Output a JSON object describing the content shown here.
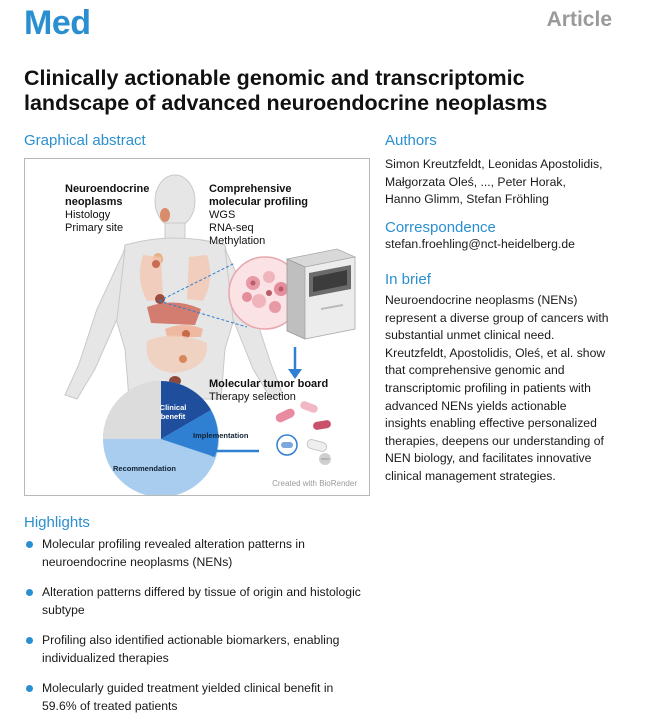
{
  "header": {
    "journal": "Med",
    "article_type": "Article"
  },
  "title_line1": "Clinically actionable genomic and transcriptomic",
  "title_line2": "landscape of advanced neuroendocrine neoplasms",
  "graphical_abstract": {
    "heading": "Graphical abstract",
    "left_block": {
      "title_line1": "Neuroendocrine",
      "title_line2": "neoplasms",
      "item1": "Histology",
      "item2": "Primary site"
    },
    "right_block": {
      "title_line1": "Comprehensive",
      "title_line2": "molecular profiling",
      "item1": "WGS",
      "item2": "RNA-seq",
      "item3": "Methylation"
    },
    "board": {
      "title": "Molecular tumor board",
      "item": "Therapy selection"
    },
    "pie": {
      "clinical_line1": "Clinical",
      "clinical_line2": "benefit",
      "implementation": "Implementation",
      "recommendation": "Recommendation"
    },
    "credit": "Created with BioRender",
    "colors": {
      "accent": "#2a8fd0",
      "pie_dark": "#1f4e9c",
      "pie_mid": "#2f7fd2",
      "pie_light": "#a8cdee",
      "pie_grey": "#dcdcdc"
    }
  },
  "authors": {
    "heading": "Authors",
    "line1": "Simon Kreutzfeldt, Leonidas Apostolidis,",
    "line2": "Małgorzata Oleś, ..., Peter Horak,",
    "line3": "Hanno Glimm, Stefan Fröhling"
  },
  "correspondence": {
    "heading": "Correspondence",
    "email": "stefan.froehling@nct-heidelberg.de"
  },
  "in_brief": {
    "heading": "In brief",
    "lines": [
      "Neuroendocrine neoplasms (NENs)",
      "represent a diverse group of cancers with",
      "substantial unmet clinical need.",
      "Kreutzfeldt, Apostolidis, Oleś, et al. show",
      "that comprehensive genomic and",
      "transcriptomic profiling in patients with",
      "advanced NENs yields actionable",
      "insights enabling effective personalized",
      "therapies, deepens our understanding of",
      "NEN biology, and facilitates innovative",
      "clinical management strategies."
    ]
  },
  "highlights": {
    "heading": "Highlights",
    "items": [
      {
        "line1": "Molecular profiling revealed alteration patterns in",
        "line2": "neuroendocrine neoplasms (NENs)"
      },
      {
        "line1": "Alteration patterns differed by tissue of origin and histologic",
        "line2": "subtype"
      },
      {
        "line1": "Profiling also identified actionable biomarkers, enabling",
        "line2": "individualized therapies"
      },
      {
        "line1": "Molecularly guided treatment yielded clinical benefit in",
        "line2": "59.6% of treated patients"
      }
    ]
  }
}
